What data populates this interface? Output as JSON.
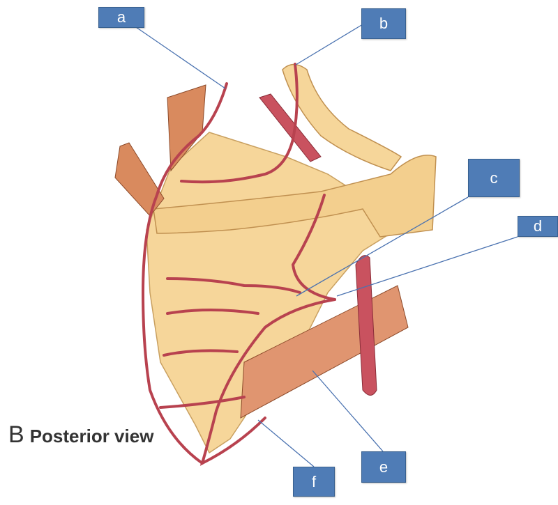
{
  "caption": {
    "letter": "B",
    "title": "Posterior view"
  },
  "labels": [
    "a",
    "b",
    "c",
    "d",
    "e",
    "f"
  ],
  "colors": {
    "label_box": "#4f7cb6",
    "artery": "#b8424f",
    "bone": "#f6d69a",
    "muscle": "#d98a5e",
    "pointer": "#4a72b0"
  }
}
